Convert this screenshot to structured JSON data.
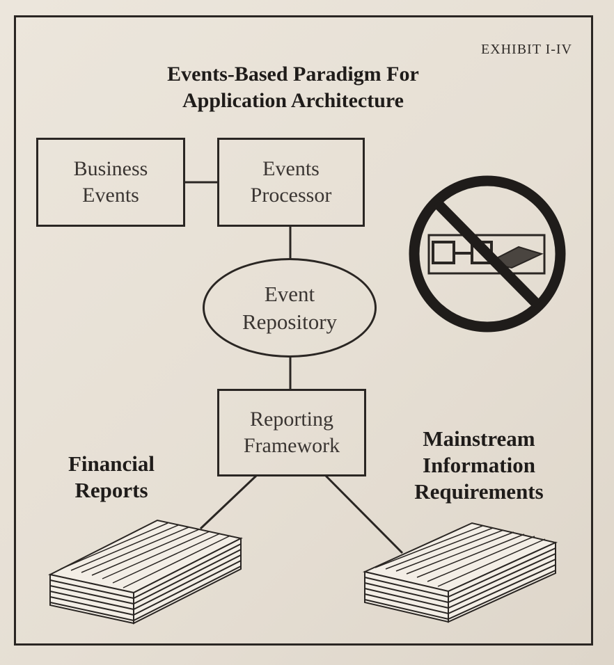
{
  "exhibit_label": "EXHIBIT I-IV",
  "title": {
    "line1": "Events-Based Paradigm For",
    "line2": "Application Architecture"
  },
  "nodes": {
    "business_events": {
      "line1": "Business",
      "line2": "Events"
    },
    "events_processor": {
      "line1": "Events",
      "line2": "Processor"
    },
    "event_repository": {
      "line1": "Event",
      "line2": "Repository"
    },
    "reporting_framework": {
      "line1": "Reporting",
      "line2": "Framework"
    }
  },
  "outputs": {
    "financial_reports": {
      "line1": "Financial",
      "line2": "Reports"
    },
    "mainstream_info": {
      "line1": "Mainstream",
      "line2": "Information",
      "line3": "Requirements"
    }
  },
  "icons": {
    "no_symbol": "prohibition-icon",
    "report_stack": "report-stack-icon"
  },
  "colors": {
    "ink": "#2a2623",
    "paper": "#e9e2d8"
  }
}
